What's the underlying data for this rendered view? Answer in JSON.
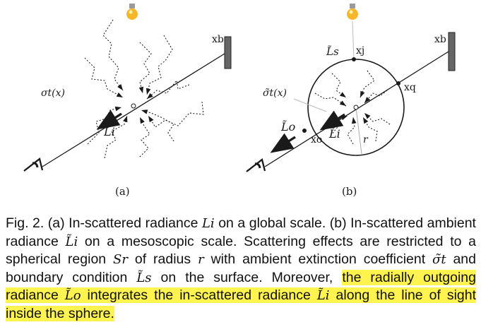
{
  "figure": {
    "panel_a": {
      "caption": "(a)",
      "labels": {
        "sigma": "σt(x)",
        "xb": "xb",
        "Li": "Li"
      }
    },
    "panel_b": {
      "caption": "(b)",
      "labels": {
        "sigma": "σ̃t(x)",
        "Ls": "L̃s",
        "xj": "xj",
        "xb": "xb",
        "xq": "xq",
        "Lo": "L̃o",
        "Li": "L̃i",
        "xo": "xo",
        "r": "r"
      }
    }
  },
  "caption": {
    "p1": "Fig. 2. (a) In-scattered radiance ",
    "m1": "Li",
    "p2": " on a global scale. (b) In-scattered ambient radiance ",
    "m2": "L̃i",
    "p3": " on a mesoscopic scale. Scattering effects are restricted to a spherical region ",
    "m3": "Sr",
    "p4": " of radius ",
    "m4": "r",
    "p5": " with ambient extinction coefficient ",
    "m5": "σ̃t",
    "p6": " and boundary condition ",
    "m6": "L̃s",
    "p7": " on the surface. Moreover, ",
    "h1": "the radially outgoing radiance ",
    "m7": "L̃o",
    "h2": " integrates the in-scattered radiance ",
    "m8": "L̃i",
    "h3": " along the line of sight inside the sphere."
  },
  "colors": {
    "highlight": "#fff44f",
    "bulb": "#f6b62a",
    "ink": "#1a1a1a"
  }
}
